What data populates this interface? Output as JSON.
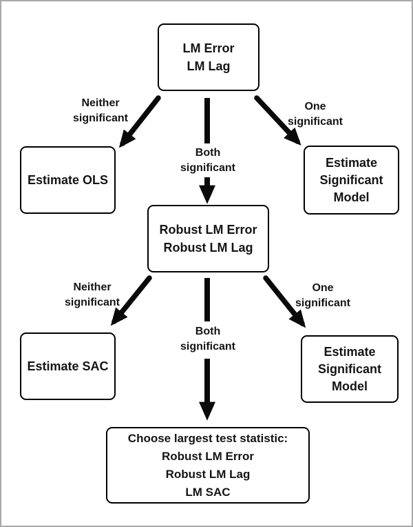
{
  "colors": {
    "background": "#ffffff",
    "frame_border": "#a8a8a8",
    "box_border": "#000000",
    "text": "#141414",
    "arrow": "#0a0a0a"
  },
  "nodes": {
    "lm_tests": {
      "lines": [
        "LM Error",
        "LM Lag"
      ]
    },
    "estimate_ols": {
      "lines": [
        "Estimate OLS"
      ]
    },
    "estimate_significant_model_1": {
      "lines": [
        "Estimate",
        "Significant",
        "Model"
      ]
    },
    "robust_lm_tests": {
      "lines": [
        "Robust LM Error",
        "Robust LM Lag"
      ]
    },
    "estimate_sac": {
      "lines": [
        "Estimate SAC"
      ]
    },
    "estimate_significant_model_2": {
      "lines": [
        "Estimate",
        "Significant",
        "Model"
      ]
    },
    "choose_largest": {
      "lines": [
        "Choose largest test statistic:",
        "Robust LM Error",
        "Robust LM Lag",
        "LM SAC"
      ]
    }
  },
  "edge_labels": {
    "tier1_neither": {
      "lines": [
        "Neither",
        "significant"
      ]
    },
    "tier1_both": {
      "lines": [
        "Both",
        "significant"
      ]
    },
    "tier1_one": {
      "lines": [
        "One",
        "significant"
      ]
    },
    "tier2_neither": {
      "lines": [
        "Neither",
        "significant"
      ]
    },
    "tier2_both": {
      "lines": [
        "Both",
        "significant"
      ]
    },
    "tier2_one": {
      "lines": [
        "One",
        "significant"
      ]
    }
  }
}
